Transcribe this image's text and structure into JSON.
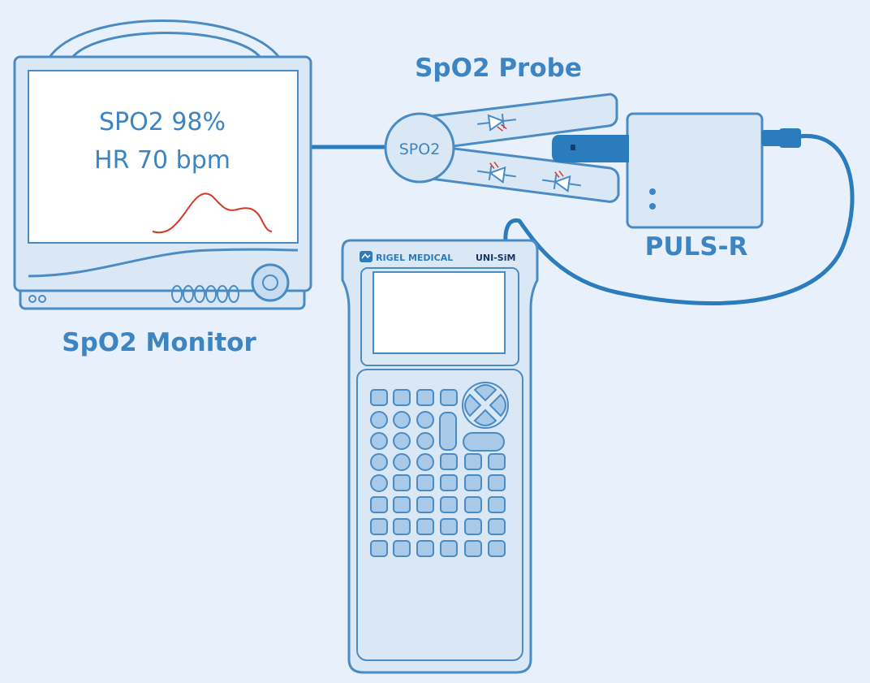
{
  "colors": {
    "background": "#e8f1fb",
    "primary_blue": "#3d84c2",
    "outline": "#4a8bc4",
    "panel_fill": "#dae8f6",
    "key_fill": "#a9c9e8",
    "waveform": "#d23a2a",
    "cable": "#2a7cbc"
  },
  "monitor": {
    "label": "SpO2 Monitor",
    "screen_line1": "SPO2 98%",
    "screen_line2": "HR 70 bpm"
  },
  "probe": {
    "label": "SpO2 Probe",
    "clip_text": "SPO2"
  },
  "pulser": {
    "label": "PULS-R"
  },
  "simulator": {
    "brand": "RIGEL MEDICAL",
    "model": "UNI-SiM"
  },
  "icons": [
    "led-diode-icon",
    "photodiode-icon",
    "rigel-logo-icon"
  ]
}
